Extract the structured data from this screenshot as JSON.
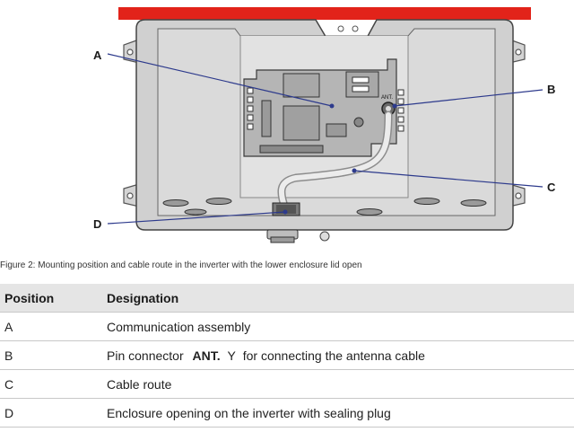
{
  "figure": {
    "callouts": {
      "a": "A",
      "b": "B",
      "c": "C",
      "d": "D"
    },
    "connector_label": "ANT."
  },
  "caption": "Figure 2: Mounting position and cable route in the inverter with the lower enclosure lid open",
  "table": {
    "headers": {
      "position": "Position",
      "designation": "Designation"
    },
    "rows": [
      {
        "position": "A",
        "designation": "Communication assembly"
      },
      {
        "position": "B",
        "designation_prefix": "Pin connector",
        "designation_bold": "ANT.",
        "antenna_symbol": "Y",
        "designation_suffix": "for connecting the antenna cable"
      },
      {
        "position": "C",
        "designation": "Cable route"
      },
      {
        "position": "D",
        "designation": "Enclosure opening on the inverter with sealing plug"
      }
    ]
  },
  "colors": {
    "lid": "#e2231a",
    "board": "#b8b8b8",
    "enclosure": "#cfcfcf",
    "callout_line": "#2d3a8c"
  }
}
